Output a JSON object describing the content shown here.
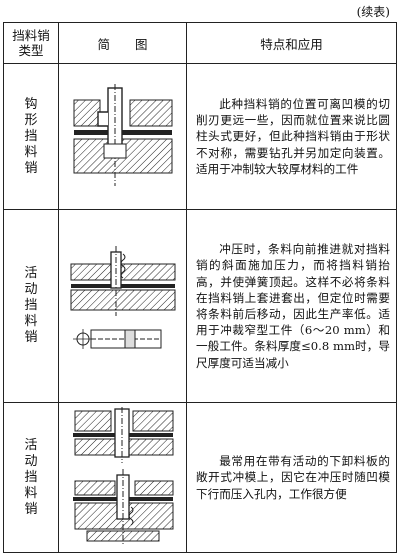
{
  "continued_note": "(续表)",
  "headers": {
    "type_line1": "挡料销",
    "type_line2": "类型",
    "figure": "简　　图",
    "features": "特点和应用"
  },
  "rows": [
    {
      "type": "钩形挡料销",
      "description": "此种挡料销的位置可离凹模的切削刃更远一些，因而就位置来说比圆柱头式更好，但此种挡料销由于形状不对称，需要钻孔并另加定向装置。适用于冲制较大较厚材料的工件"
    },
    {
      "type": "活动挡料销",
      "description": "冲压时，条料向前推进就对挡料销的斜面施加压力，而将挡料销抬高，并使弹簧顶起。这样不必将条料在挡料销上套进套出，但定位时需要将条料前后移动，因此生产率低。适用于冲裁窄型工件（6～20 mm）和一般工件。条料厚度≤0.8 mm时，导尺厚度可适当减小"
    },
    {
      "type": "活动挡料销",
      "description": "最常用在带有活动的下卸料板的敞开式冲模上，因它在冲压时随凹模下行而压入孔内，工作很方便"
    }
  ]
}
